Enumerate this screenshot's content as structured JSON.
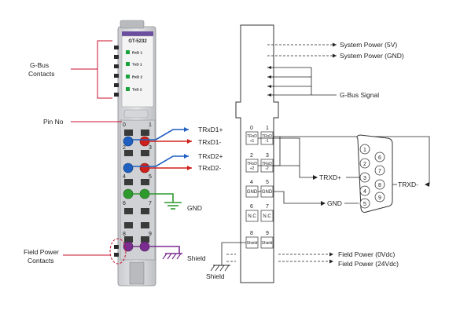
{
  "module": {
    "model": "GT-5232",
    "leds": [
      "RxD 1",
      "TxD 1",
      "RxD 2",
      "TxD 2"
    ],
    "pin_numbers": [
      "0",
      "1",
      "2",
      "3",
      "4",
      "5",
      "6",
      "7",
      "8",
      "9"
    ]
  },
  "left_labels": {
    "gbus_contacts": [
      "G-Bus",
      "Contacts"
    ],
    "pin_no": "Pin No",
    "field_power_contacts": [
      "Field Power",
      "Contacts"
    ],
    "trxd1_plus": "TRxD1+",
    "trxd1_minus": "TRxD1-",
    "trxd2_plus": "TRxD2+",
    "trxd2_minus": "TRxD2-",
    "gnd": "GND",
    "shield": "Shield"
  },
  "right_labels": {
    "system_power_5v": "System Power (5V)",
    "system_power_gnd": "System Power (GND)",
    "gbus_signal": "G-Bus Signal",
    "trxd_plus": "TRXD+",
    "trxd_minus": "TRXD-",
    "gnd": "GND",
    "field_power_0v": "Field Power (0Vdc)",
    "field_power_24v": "Field Power (24Vdc)",
    "shield": "Shield"
  },
  "schematic": {
    "terminals": [
      {
        "num": "0",
        "label": [
          "TRxD",
          "+1"
        ]
      },
      {
        "num": "1",
        "label": [
          "TRxD",
          "-1"
        ]
      },
      {
        "num": "2",
        "label": [
          "TRxD",
          "+2"
        ]
      },
      {
        "num": "3",
        "label": [
          "TRxD",
          "-2"
        ]
      },
      {
        "num": "4",
        "label": [
          "GND"
        ]
      },
      {
        "num": "5",
        "label": [
          "GND"
        ]
      },
      {
        "num": "6",
        "label": [
          "N.C"
        ]
      },
      {
        "num": "7",
        "label": [
          "N.C"
        ]
      },
      {
        "num": "8",
        "label": [
          "Shield"
        ]
      },
      {
        "num": "9",
        "label": [
          "Shield"
        ]
      }
    ]
  },
  "connector": {
    "pins": [
      "1",
      "2",
      "3",
      "4",
      "5",
      "6",
      "7",
      "8",
      "9"
    ]
  },
  "colors": {
    "annotation_red": "#c8102e",
    "signal_blue": "#1f5fc0",
    "signal_red": "#d0201a",
    "gnd_green": "#2e9a2e",
    "shield_purple": "#7a2d8f",
    "led_green": "#1aa33a",
    "module_purple": "#6a4fa0"
  }
}
